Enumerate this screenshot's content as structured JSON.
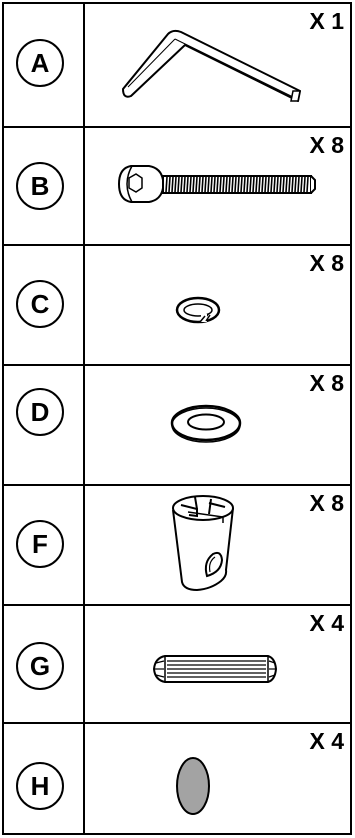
{
  "parts": [
    {
      "letter": "A",
      "qty": "X 1",
      "icon": "allen-key-icon"
    },
    {
      "letter": "B",
      "qty": "X 8",
      "icon": "bolt-icon"
    },
    {
      "letter": "C",
      "qty": "X 8",
      "icon": "lock-washer-icon"
    },
    {
      "letter": "D",
      "qty": "X 8",
      "icon": "flat-washer-icon"
    },
    {
      "letter": "F",
      "qty": "X 8",
      "icon": "barrel-nut-icon"
    },
    {
      "letter": "G",
      "qty": "X 4",
      "icon": "wooden-dowel-icon"
    },
    {
      "letter": "H",
      "qty": "X 4",
      "icon": "cap-cover-icon"
    }
  ]
}
